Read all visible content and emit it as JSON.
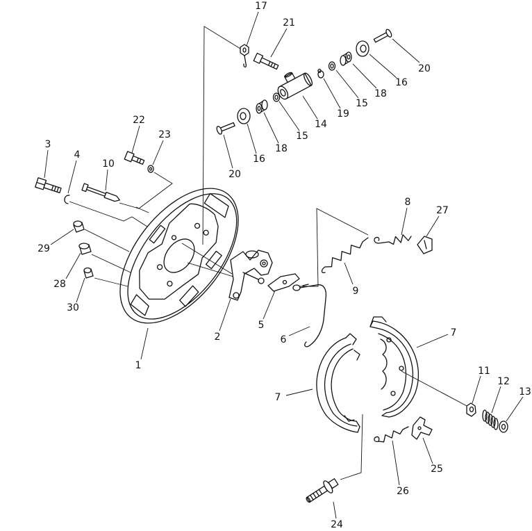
{
  "callouts": [
    {
      "label": "17"
    },
    {
      "label": "21"
    },
    {
      "label": "20"
    },
    {
      "label": "16"
    },
    {
      "label": "18"
    },
    {
      "label": "15"
    },
    {
      "label": "19"
    },
    {
      "label": "14"
    },
    {
      "label": "15"
    },
    {
      "label": "18"
    },
    {
      "label": "16"
    },
    {
      "label": "20"
    },
    {
      "label": "22"
    },
    {
      "label": "23"
    },
    {
      "label": "3"
    },
    {
      "label": "4"
    },
    {
      "label": "10"
    },
    {
      "label": "8"
    },
    {
      "label": "27"
    },
    {
      "label": "29"
    },
    {
      "label": "28"
    },
    {
      "label": "30"
    },
    {
      "label": "9"
    },
    {
      "label": "2"
    },
    {
      "label": "5"
    },
    {
      "label": "6"
    },
    {
      "label": "1"
    },
    {
      "label": "7"
    },
    {
      "label": "7"
    },
    {
      "label": "11"
    },
    {
      "label": "12"
    },
    {
      "label": "13"
    },
    {
      "label": "25"
    },
    {
      "label": "26"
    },
    {
      "label": "24"
    }
  ],
  "colors": {
    "line": "#111111",
    "background": "#ffffff"
  }
}
